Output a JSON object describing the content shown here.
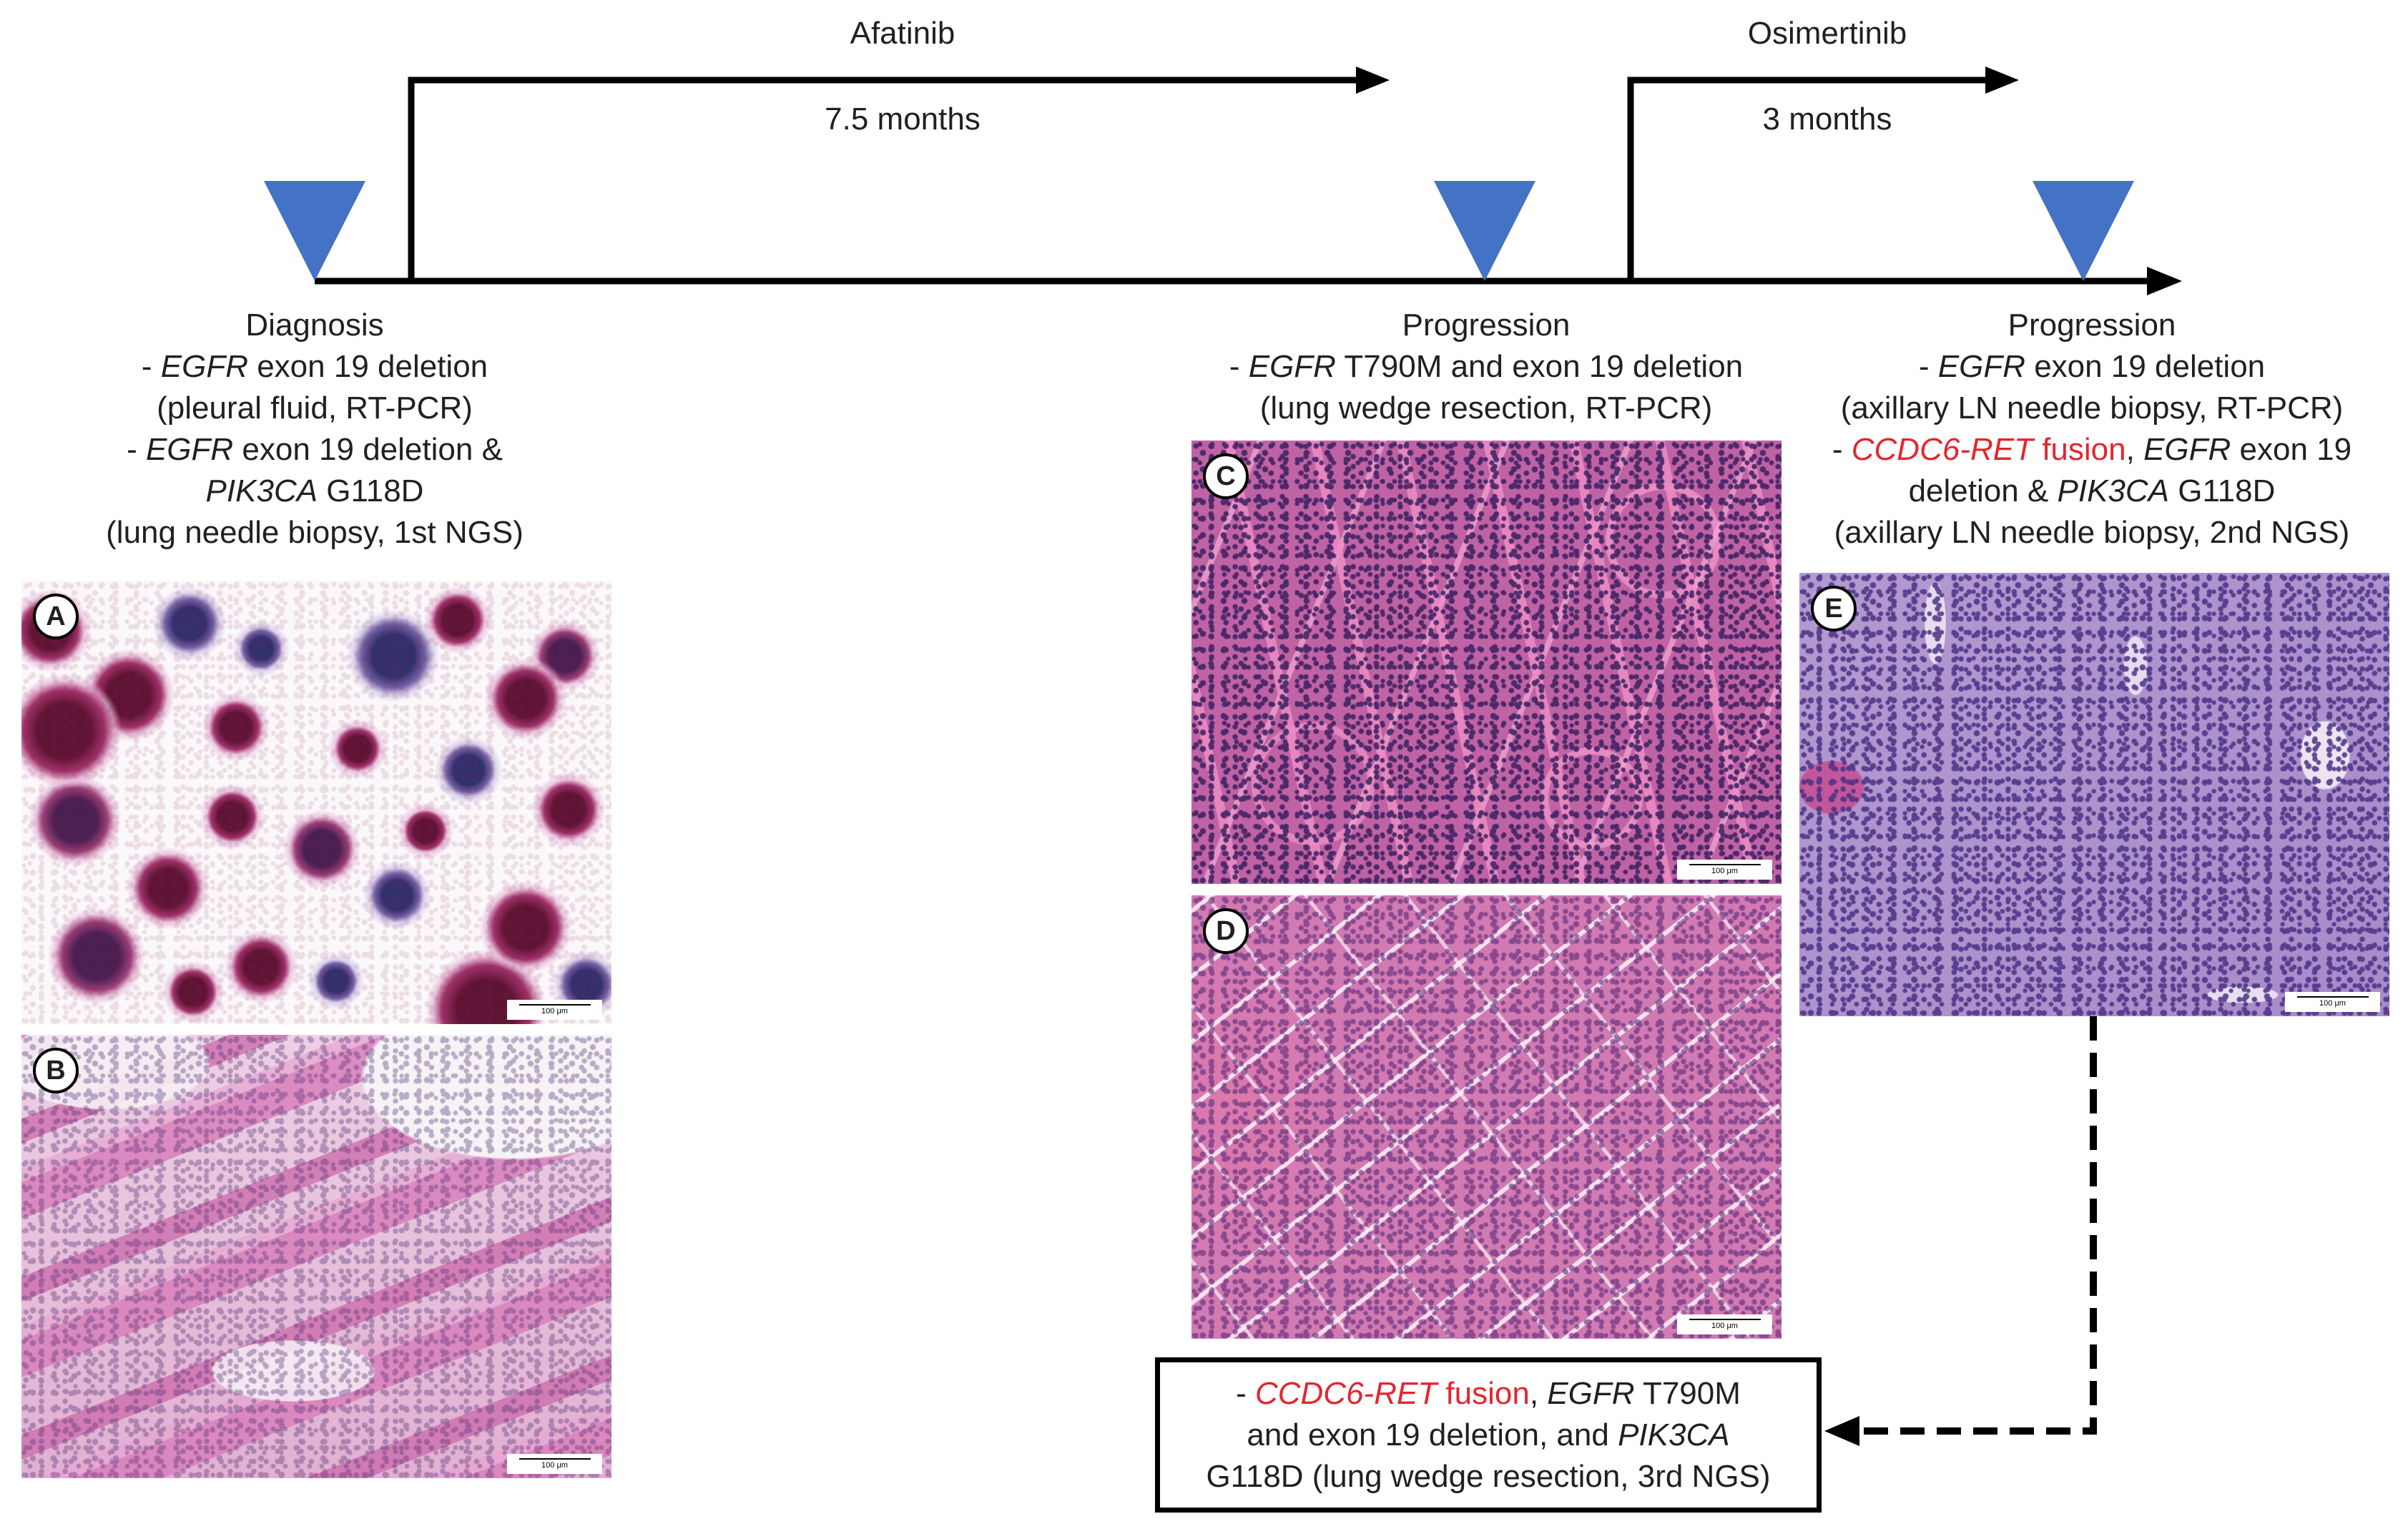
{
  "colors": {
    "timeline": "#000000",
    "event_marker": "#4472c4",
    "fusion_highlight": "#e3262f"
  },
  "treatments": [
    {
      "drug": "Afatinib",
      "duration": "7.5 months"
    },
    {
      "drug": "Osimertinib",
      "duration": "3 months"
    }
  ],
  "events": [
    {
      "lines": [
        [
          "Diagnosis"
        ],
        [
          "- ",
          "EGFR",
          " exon 19 deletion"
        ],
        [
          "(pleural fluid, RT-PCR)"
        ],
        [
          "- ",
          "EGFR",
          " exon 19 deletion &"
        ],
        [
          "PIK3CA",
          " G118D"
        ],
        [
          "(lung needle biopsy, 1st NGS)"
        ]
      ]
    },
    {
      "lines": [
        [
          "Progression"
        ],
        [
          "- ",
          "EGFR",
          " T790M and exon 19 deletion"
        ],
        [
          "(lung wedge resection, RT-PCR)"
        ]
      ]
    },
    {
      "lines": [
        [
          "Progression"
        ],
        [
          "- ",
          "EGFR",
          " exon 19 deletion"
        ],
        [
          "(axillary LN needle biopsy, RT-PCR)"
        ],
        [
          "- ",
          "CCDC6-RET",
          " fusion",
          ", ",
          "EGFR",
          " exon 19"
        ],
        [
          "deletion & ",
          "PIK3CA",
          " G118D"
        ],
        [
          "(axillary LN needle biopsy, 2nd NGS)"
        ]
      ]
    }
  ],
  "panels": [
    {
      "label": "A",
      "scale_bar": "100 μm"
    },
    {
      "label": "B",
      "scale_bar": "100 μm"
    },
    {
      "label": "C",
      "scale_bar": "100 μm"
    },
    {
      "label": "D",
      "scale_bar": "100 μm"
    },
    {
      "label": "E",
      "scale_bar": "100 μm"
    }
  ],
  "summary_box": {
    "lines": [
      [
        "- ",
        "CCDC6-RET",
        " fusion",
        ", ",
        "EGFR",
        " T790M"
      ],
      [
        "and exon 19 deletion, and ",
        "PIK3CA"
      ],
      [
        "G118D (lung wedge resection, 3rd NGS)"
      ]
    ]
  }
}
